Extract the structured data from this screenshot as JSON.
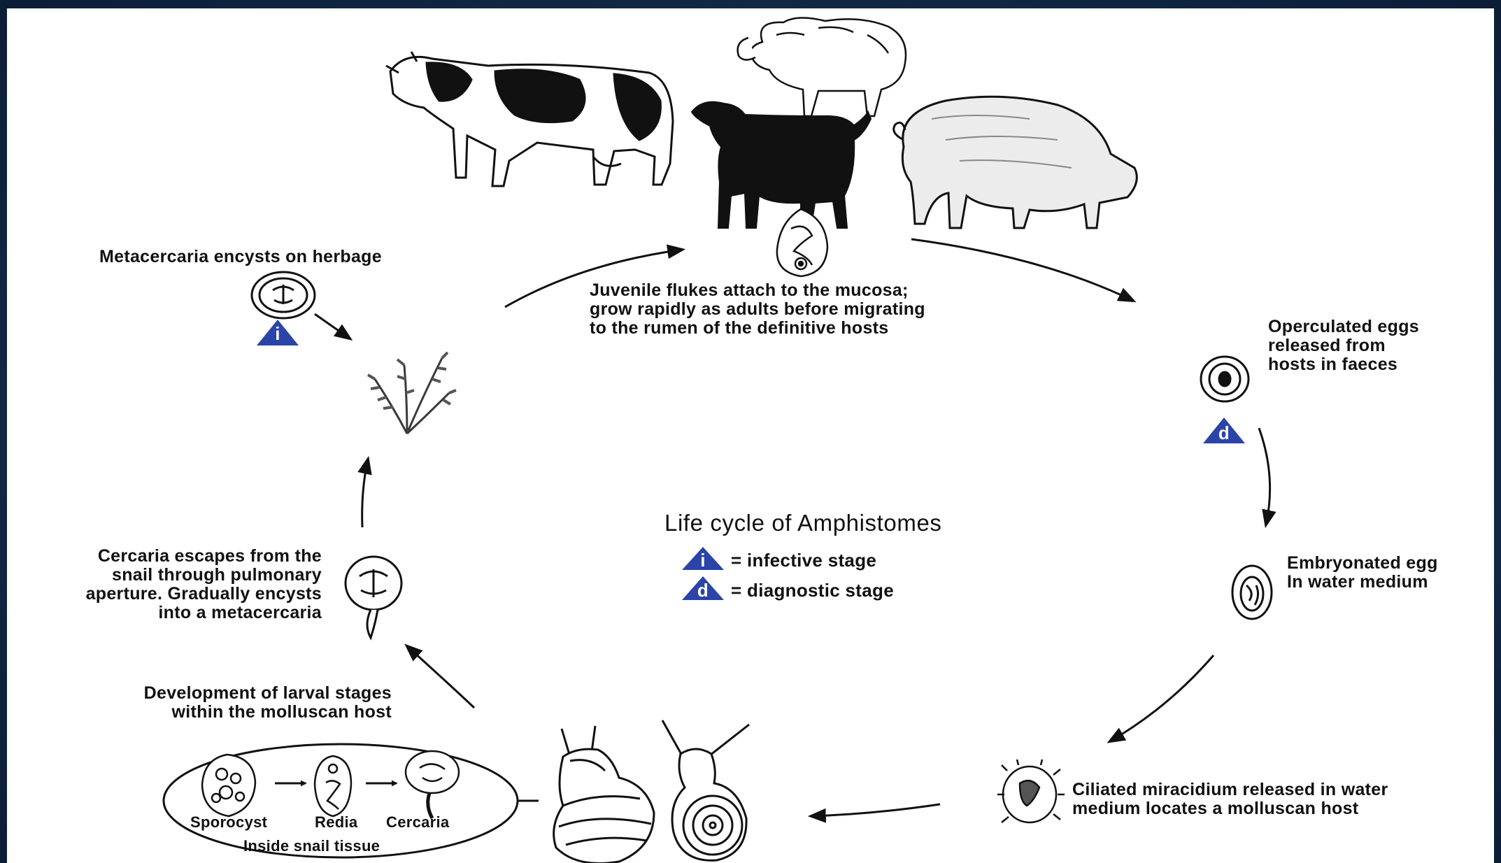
{
  "colors": {
    "frame": "#0f2340",
    "panel": "#ffffff",
    "ink": "#111111",
    "legend_triangle": "#2b44a8"
  },
  "title": "Life cycle of Amphistomes",
  "legend": {
    "infective_letter": "i",
    "infective_text": "= infective stage",
    "diagnostic_letter": "d",
    "diagnostic_text": "= diagnostic stage"
  },
  "hosts": [
    "cow",
    "sheep",
    "goat",
    "pig"
  ],
  "stages": {
    "juvenile": {
      "line1": "Juvenile flukes attach to the mucosa;",
      "line2": "grow rapidly as adults before migrating",
      "line3": "to the rumen of the definitive hosts"
    },
    "eggs": {
      "line1": "Operculated eggs",
      "line2": "released from",
      "line3": "hosts in faeces",
      "badge": "d"
    },
    "embryonated": {
      "line1": "Embryonated egg",
      "line2": "In water medium"
    },
    "miracidium": {
      "line1": "Ciliated miracidium released in water",
      "line2": "medium  locates a molluscan host"
    },
    "snail": {
      "line1": "Development of larval stages",
      "line2": "within the molluscan host",
      "sporocyst": "Sporocyst",
      "redia": "Redia",
      "cercaria": "Cercaria",
      "tissue": "Inside snail tissue"
    },
    "cercaria_escape": {
      "line1": "Cercaria escapes from the",
      "line2": "snail through pulmonary",
      "line3": "aperture. Gradually encysts",
      "line4": "into a metacercaria"
    },
    "metacercaria": {
      "line1": "Metacercaria encysts on herbage",
      "badge": "i"
    }
  }
}
